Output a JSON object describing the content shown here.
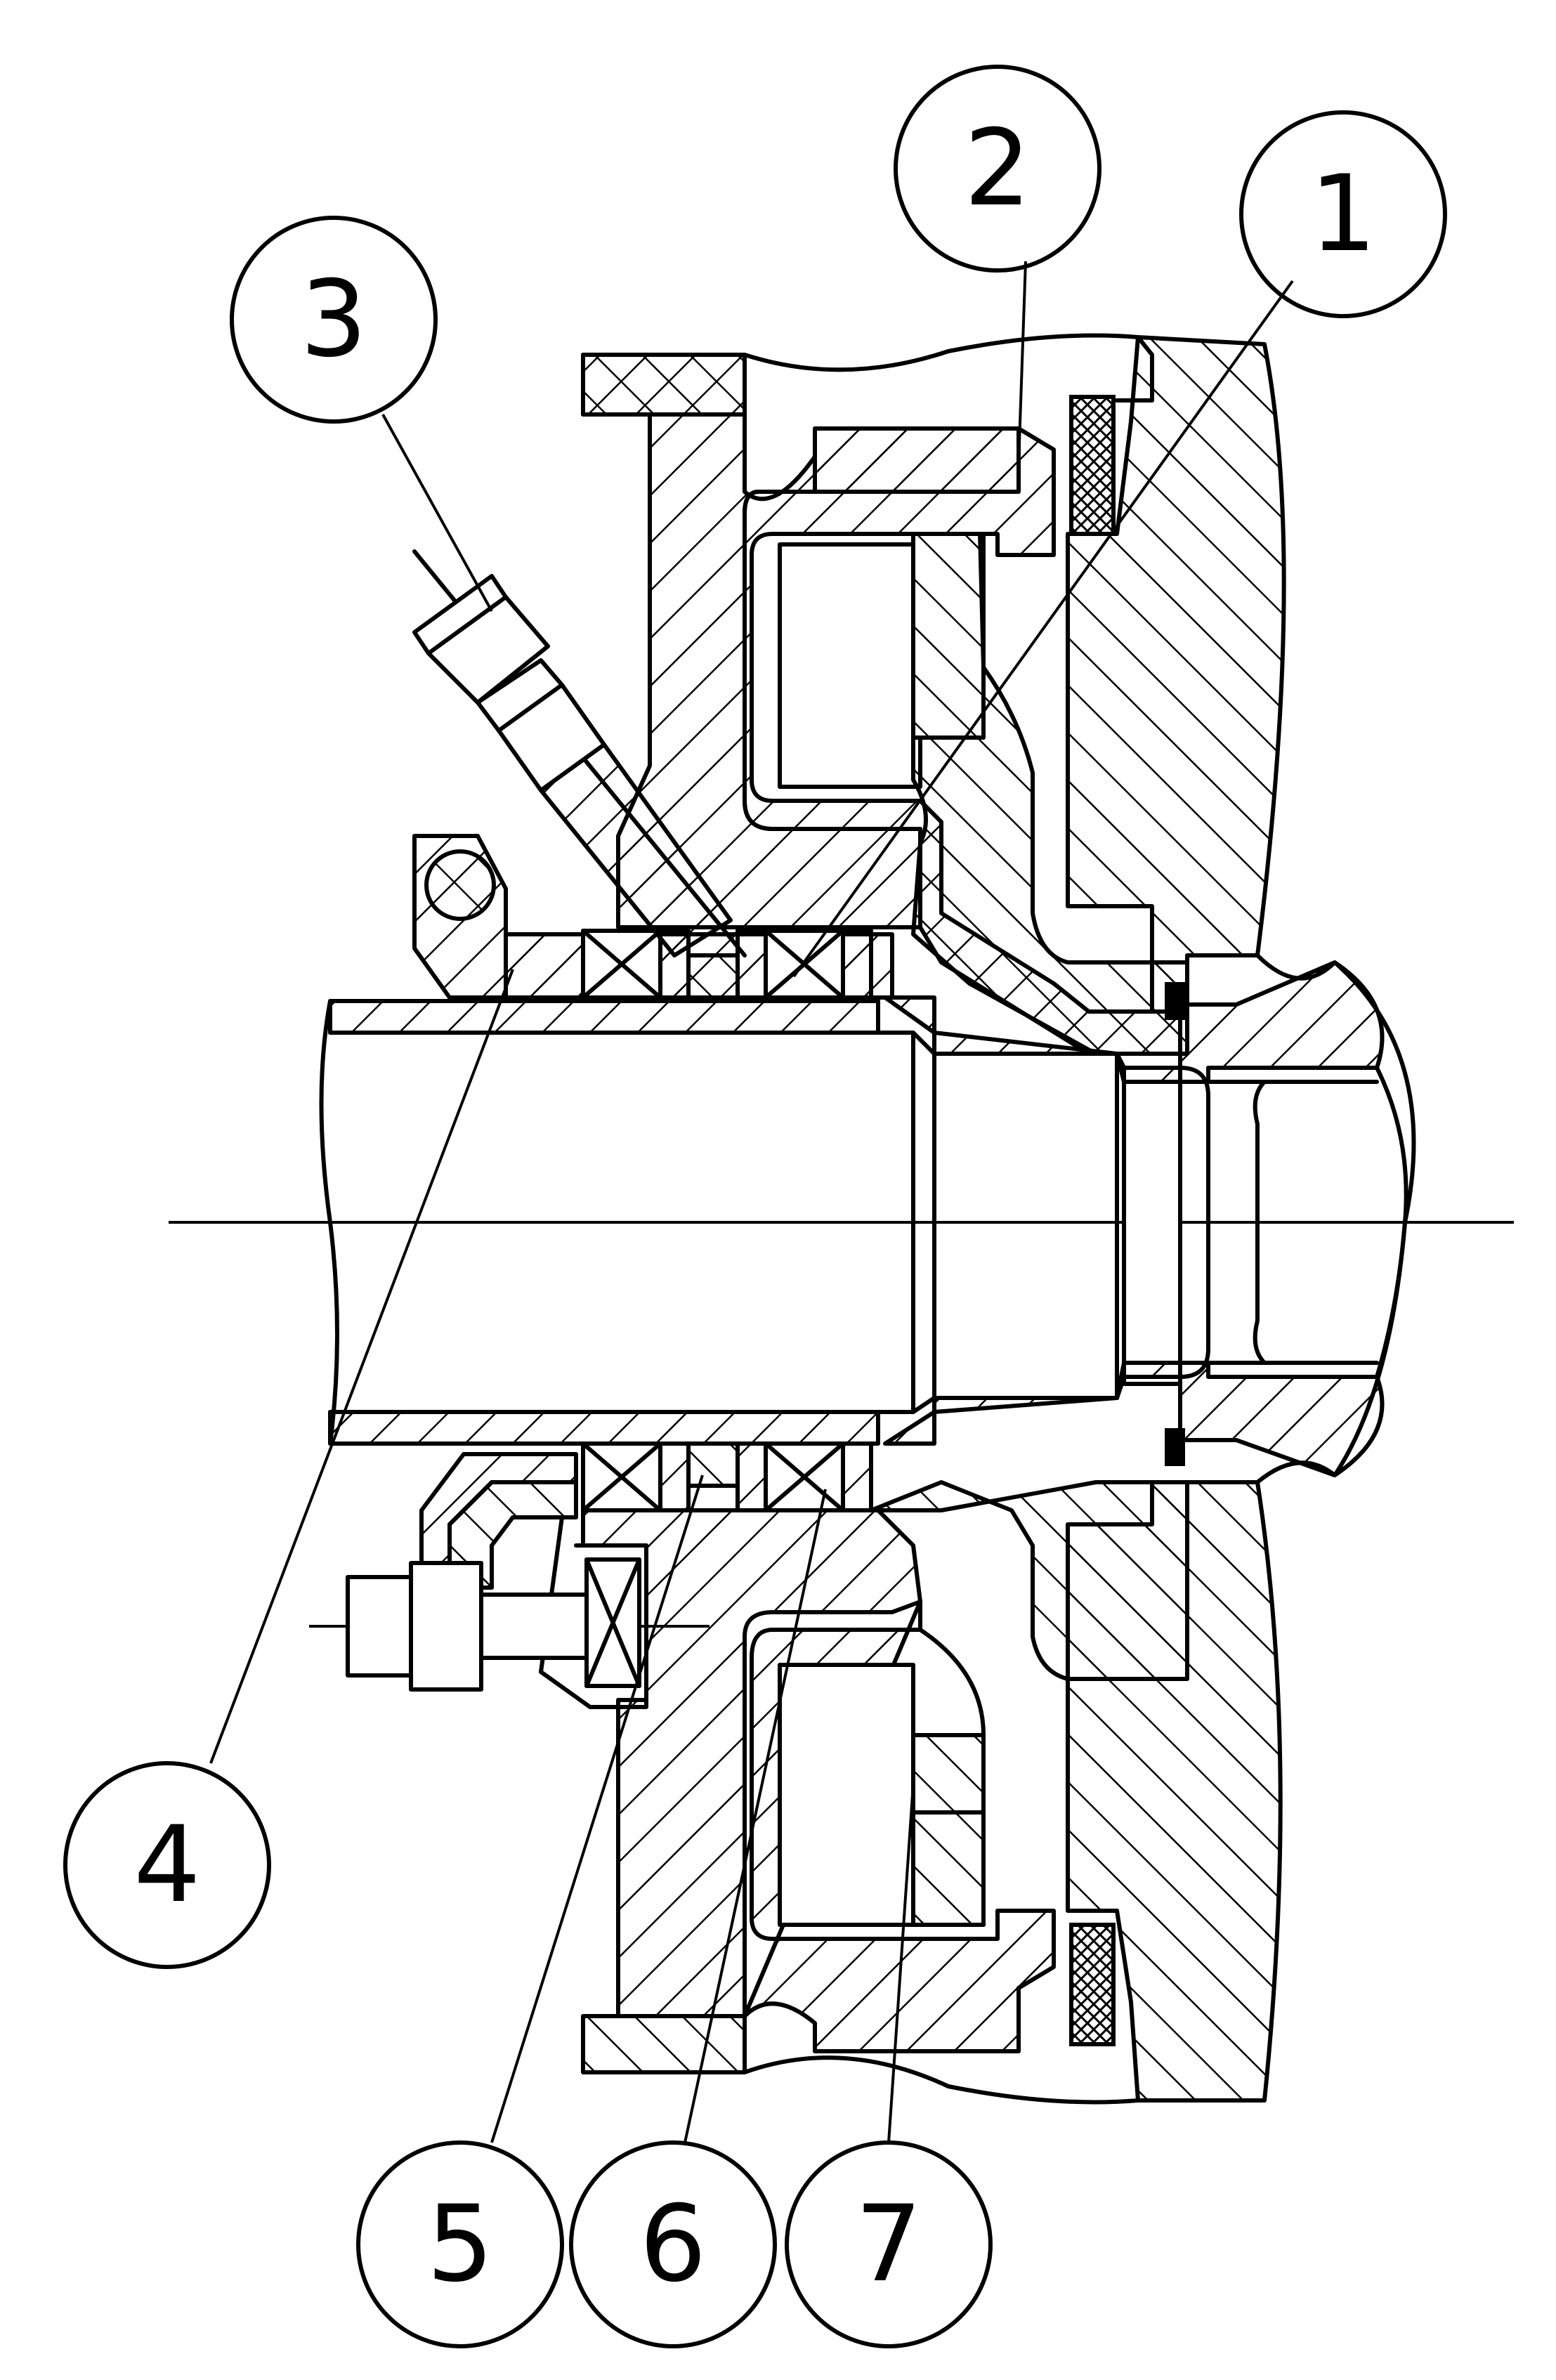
{
  "balloons": [
    {
      "id": "1",
      "label": "1"
    },
    {
      "id": "2",
      "label": "2"
    },
    {
      "id": "3",
      "label": "3"
    },
    {
      "id": "4",
      "label": "4"
    },
    {
      "id": "5",
      "label": "5"
    },
    {
      "id": "6",
      "label": "6"
    },
    {
      "id": "7",
      "label": "7"
    }
  ]
}
